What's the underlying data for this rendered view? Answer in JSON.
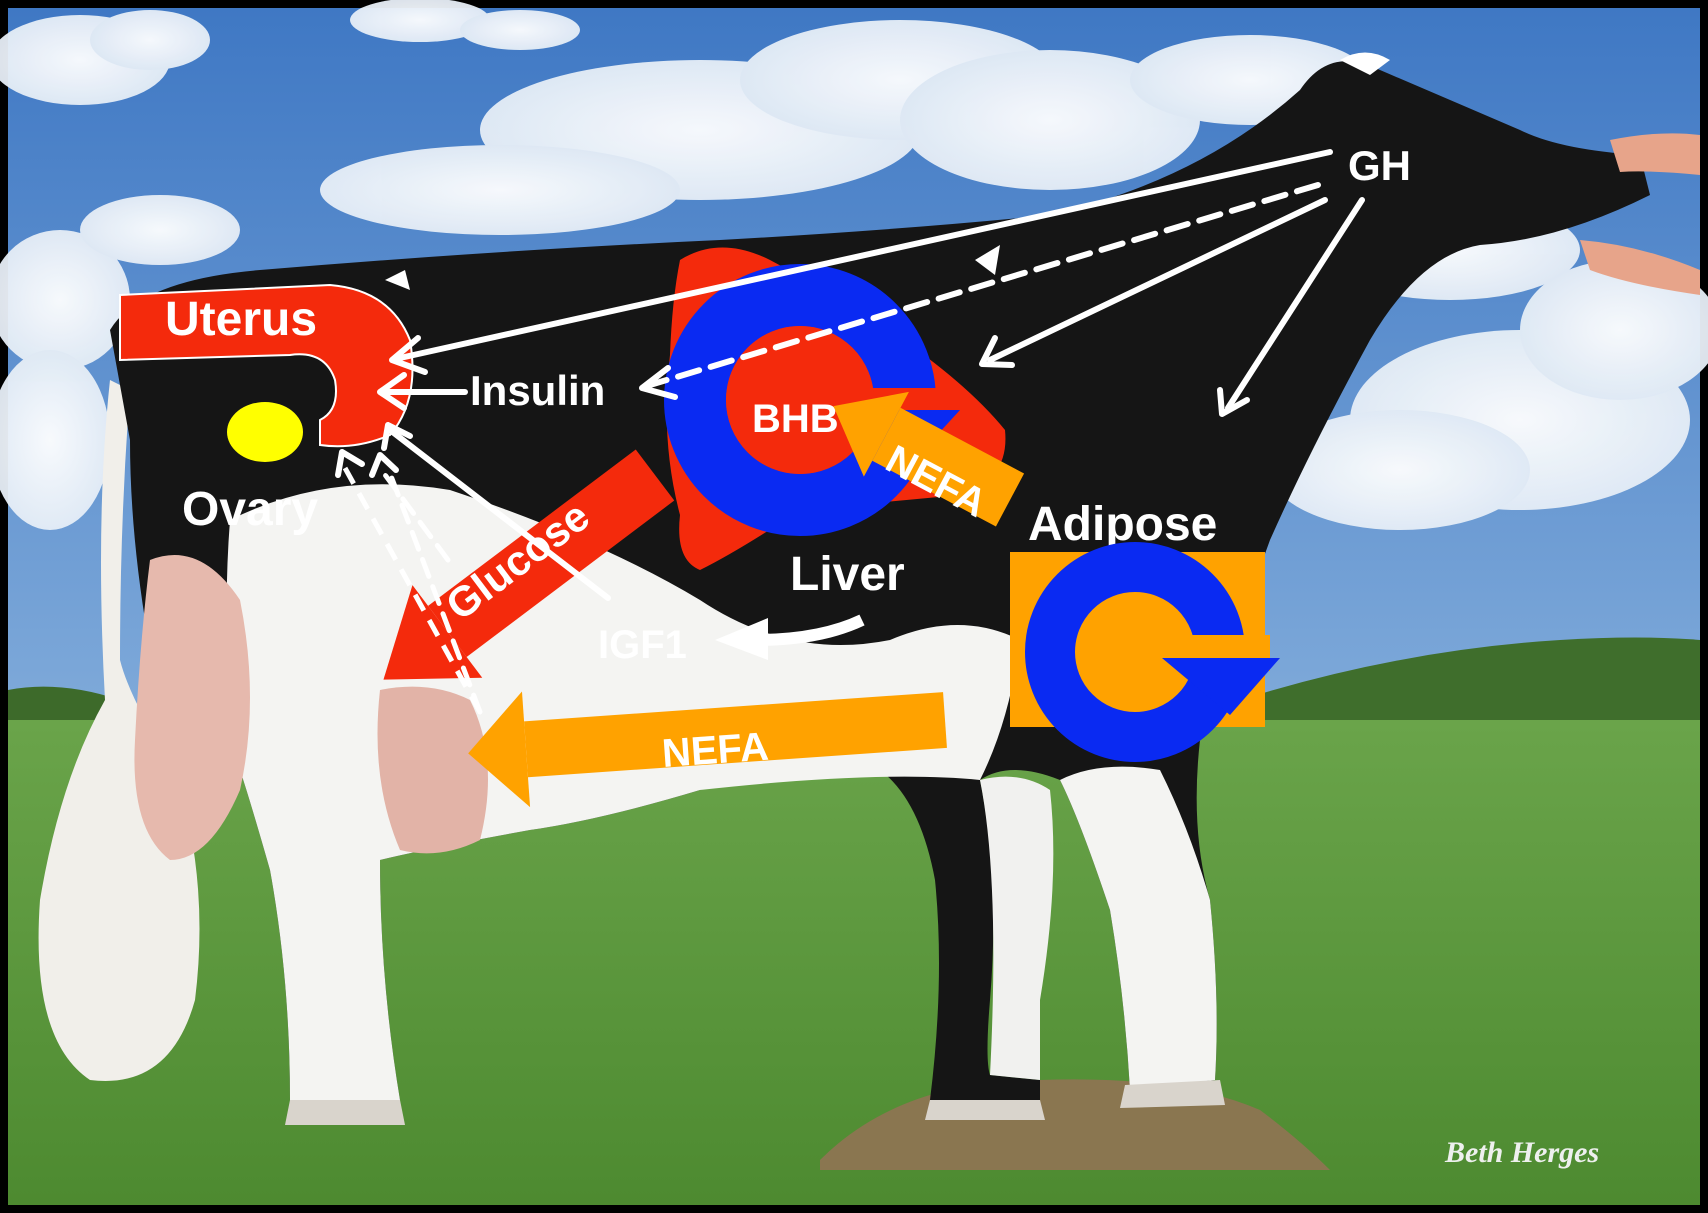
{
  "labels": {
    "uterus": "Uterus",
    "ovary": "Ovary",
    "insulin": "Insulin",
    "bhb": "BHB",
    "nefa_liver": "NEFA",
    "glucose": "Glucose",
    "liver": "Liver",
    "igf1": "IGF1",
    "gh": "GH",
    "adipose": "Adipose",
    "nefa_adipose": "NEFA"
  },
  "signature": "Beth Herges",
  "colors": {
    "red": "#f42a0c",
    "blue": "#0a2af2",
    "orange": "#ffa200",
    "yellow": "#ffff00",
    "white": "#ffffff",
    "sky": "#5c8fd0",
    "grass": "#5c9a3c",
    "cow_black": "#141414"
  }
}
